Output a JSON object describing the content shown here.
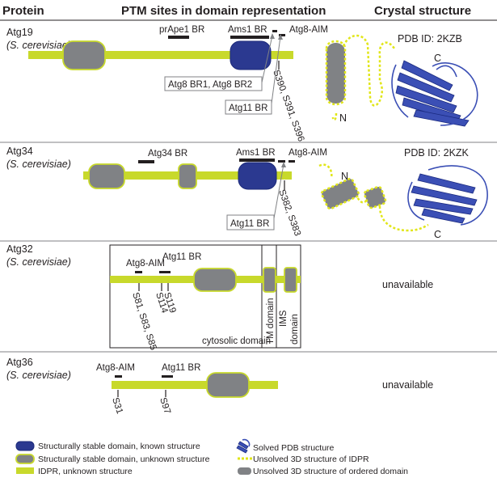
{
  "headers": {
    "protein": "Protein",
    "ptm": "PTM sites in domain representation",
    "crystal": "Crystal structure"
  },
  "rows": [
    {
      "protein": "Atg19",
      "organism": "(S. cerevisiae)",
      "labels": {
        "prape1": "prApe1 BR",
        "ams1": "Ams1 BR",
        "aim": "Atg8-AIM",
        "atg8br": "Atg8 BR1, Atg8 BR2",
        "atg11": "Atg11 BR",
        "sites": "S390, S391, S396"
      },
      "pdb": "PDB ID: 2KZB",
      "n_label": "N",
      "c_label": "C"
    },
    {
      "protein": "Atg34",
      "organism": "(S. cerevisiae)",
      "labels": {
        "atg34br": "Atg34 BR",
        "ams1": "Ams1 BR",
        "aim": "Atg8-AIM",
        "atg11": "Atg11 BR",
        "sites": "S382, S383"
      },
      "pdb": "PDB ID: 2KZK",
      "n_label": "N",
      "c_label": "C"
    },
    {
      "protein": "Atg32",
      "organism": "(S. cerevisiae)",
      "labels": {
        "aim": "Atg8-AIM",
        "atg11": "Atg11 BR",
        "sites_a": "S81, S83, S85",
        "sites_b": "S114",
        "sites_c": "S119",
        "cyto": "cytosolic domain",
        "tm": "TM domain",
        "ims": "IMS",
        "domain": "domain"
      },
      "crystal": "unavailable"
    },
    {
      "protein": "Atg36",
      "organism": "(S. cerevisiae)",
      "labels": {
        "aim": "Atg8-AIM",
        "atg11": "Atg11 BR",
        "site_a": "S31",
        "site_b": "S97"
      },
      "crystal": "unavailable"
    }
  ],
  "legend": {
    "known": "Structurally stable domain, known structure",
    "unknown": "Structurally stable domain, unknown structure",
    "idpr": "IDPR, unknown structure",
    "pdb": "Solved PDB structure",
    "unsolved_idpr": "Unsolved 3D structure of IDPR",
    "unsolved_ordered": "Unsolved 3D structure of ordered domain"
  },
  "colors": {
    "idpr": "#c8d92b",
    "ordered": "#808285",
    "known": "#2b3990",
    "dashed": "#e1e619"
  }
}
